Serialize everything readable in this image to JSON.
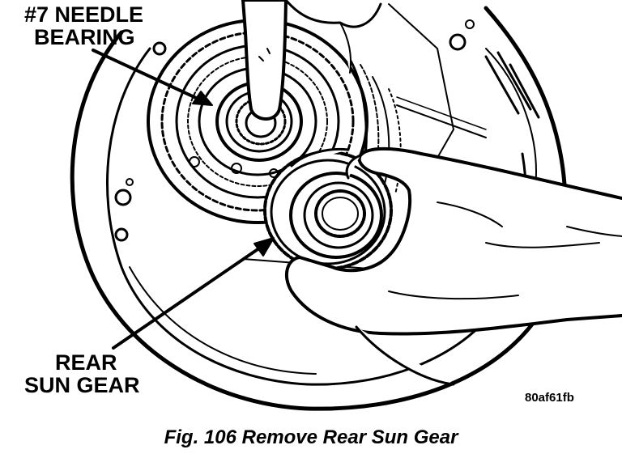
{
  "callouts": {
    "needle_bearing": {
      "line1": "#7 NEEDLE",
      "line2": "BEARING"
    },
    "rear_sun_gear": {
      "line1": "REAR",
      "line2": "SUN GEAR"
    }
  },
  "art_id": "80af61fb",
  "caption": "Fig. 106 Remove Rear Sun Gear",
  "colors": {
    "ink": "#000000",
    "paper": "#ffffff"
  },
  "icons": [
    "finger-illustration",
    "hand-illustration",
    "sun-gear-illustration",
    "needle-bearing-illustration",
    "transmission-case-illustration"
  ]
}
